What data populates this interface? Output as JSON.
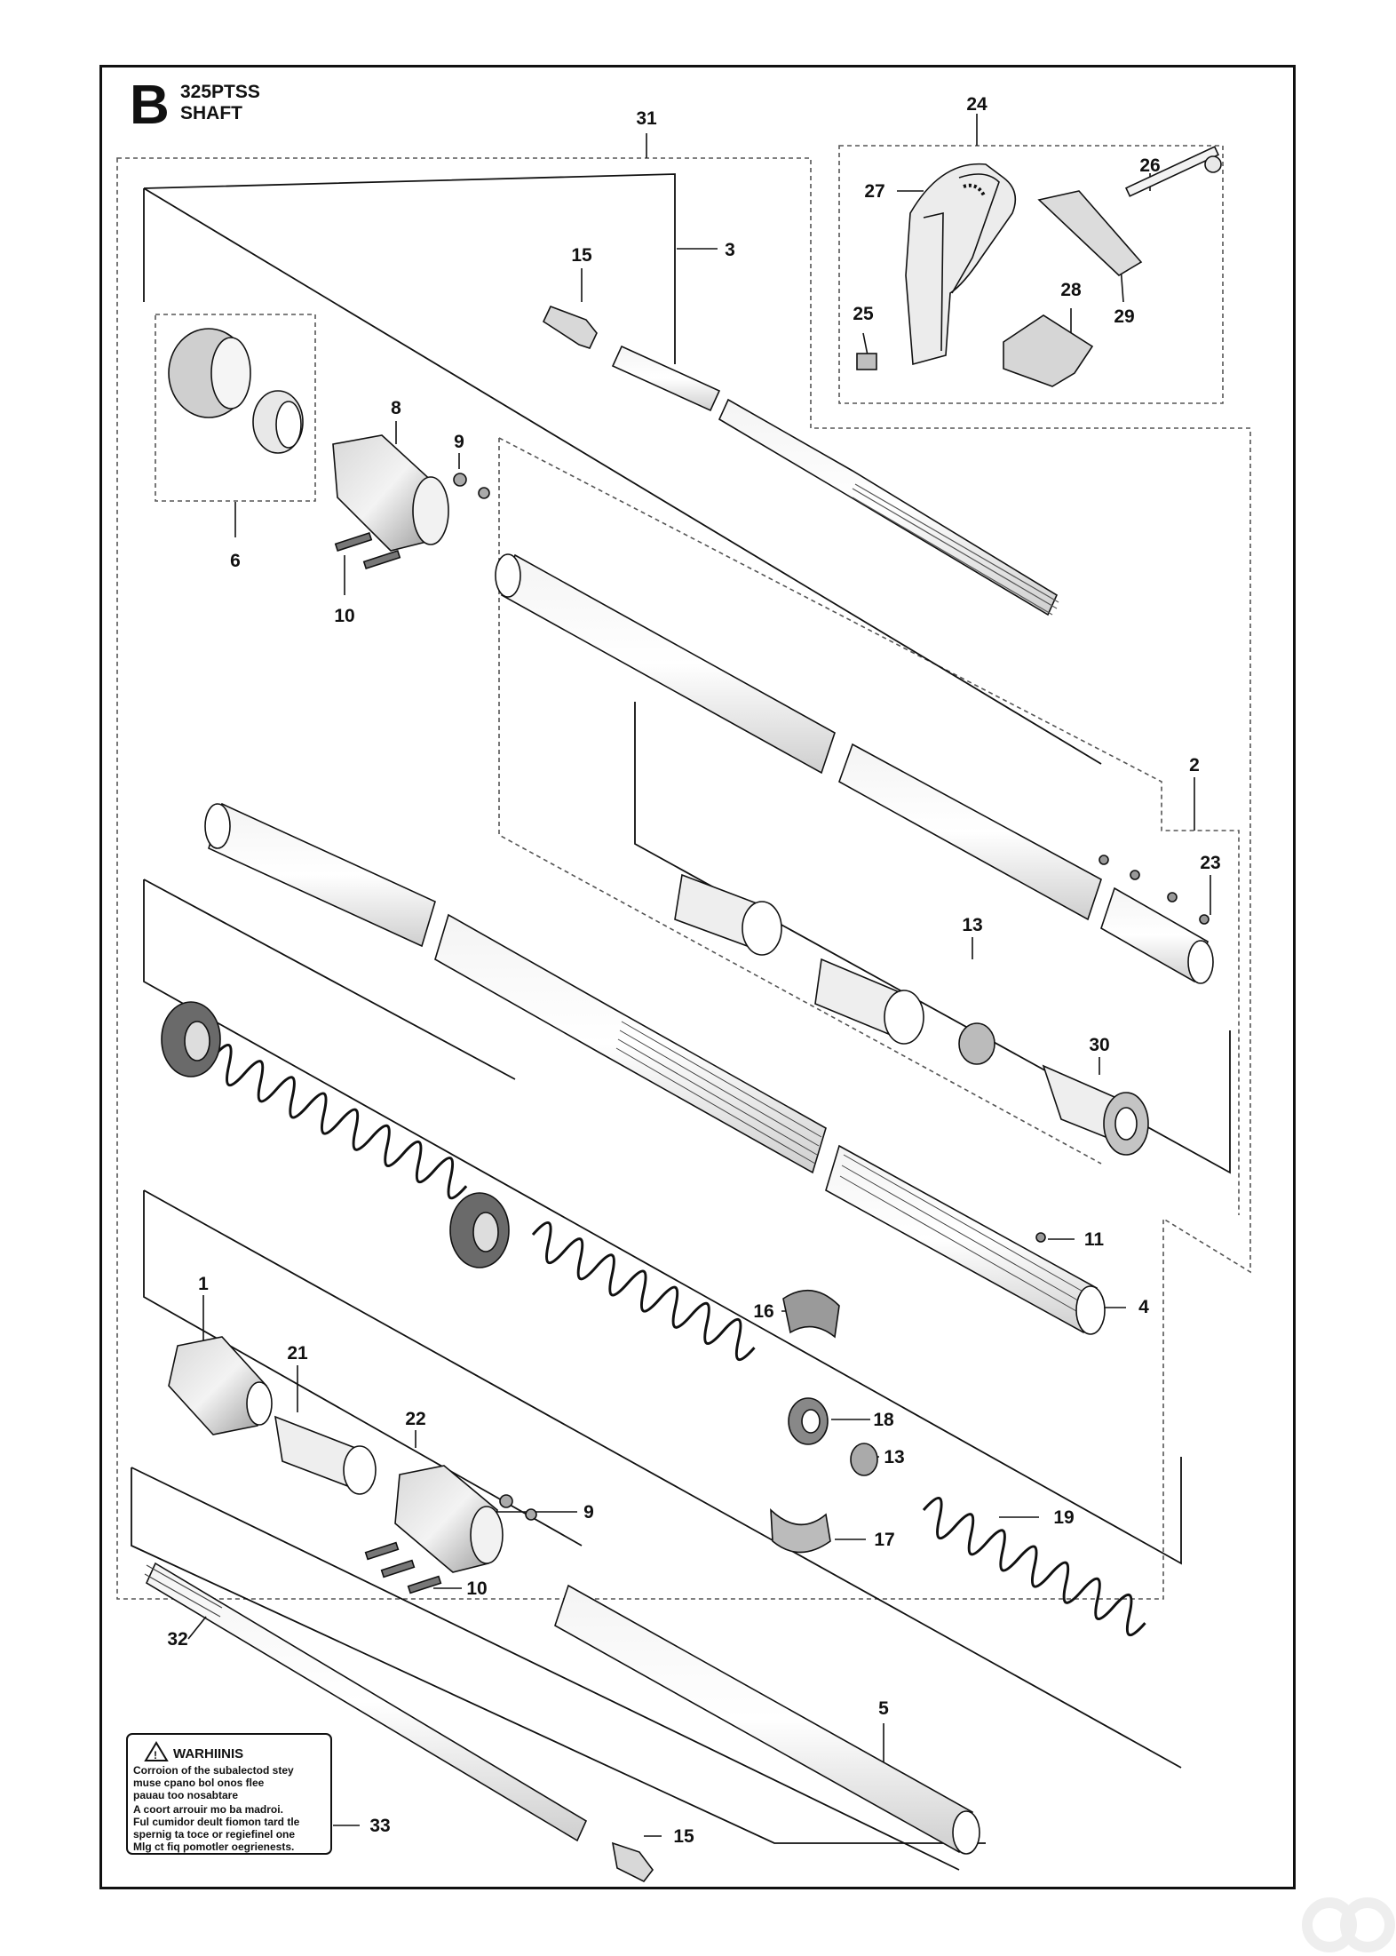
{
  "header": {
    "section_letter": "B",
    "model": "325PTSS",
    "name": "SHAFT"
  },
  "parts": [
    {
      "num": "31"
    },
    {
      "num": "24"
    },
    {
      "num": "3"
    },
    {
      "num": "15"
    },
    {
      "num": "27"
    },
    {
      "num": "26"
    },
    {
      "num": "25"
    },
    {
      "num": "28"
    },
    {
      "num": "29"
    },
    {
      "num": "8"
    },
    {
      "num": "9"
    },
    {
      "num": "6"
    },
    {
      "num": "10"
    },
    {
      "num": "2"
    },
    {
      "num": "23"
    },
    {
      "num": "13"
    },
    {
      "num": "30"
    },
    {
      "num": "11"
    },
    {
      "num": "4"
    },
    {
      "num": "1"
    },
    {
      "num": "16"
    },
    {
      "num": "21"
    },
    {
      "num": "18"
    },
    {
      "num": "22"
    },
    {
      "num": "13"
    },
    {
      "num": "9"
    },
    {
      "num": "19"
    },
    {
      "num": "17"
    },
    {
      "num": "10"
    },
    {
      "num": "32"
    },
    {
      "num": "5"
    },
    {
      "num": "33"
    },
    {
      "num": "15"
    }
  ],
  "warning_label": {
    "title": "WARHIINIS",
    "lines": [
      "Corroion of the subalectod stey",
      "muse cpano bol onos flee",
      "pauau too nosabtare",
      "A coort arrouir mo ba madroi.",
      "Ful cumidor deult fiomon tard tle",
      "spernig ta toce or regiefinel one",
      "Mlg ct fiq pomotler oegrienests."
    ]
  }
}
